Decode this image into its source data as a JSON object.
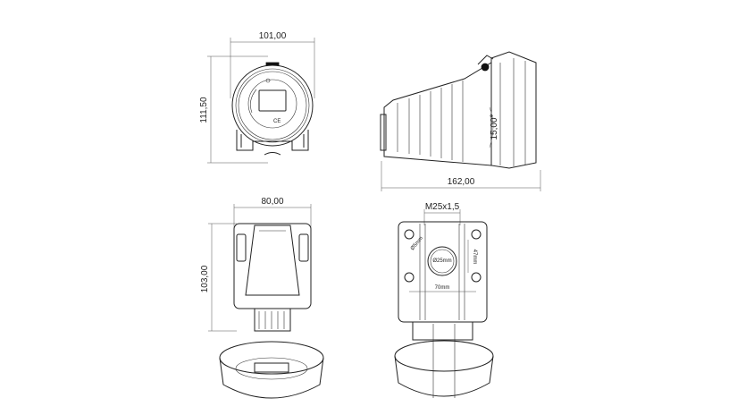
{
  "drawing": {
    "front_view": {
      "width_dim": "101,00",
      "height_dim": "111,50"
    },
    "side_view": {
      "length_dim": "162,00",
      "angle_dim": "15,00°"
    },
    "rear_view": {
      "width_dim": "80,00",
      "height_dim": "103,00"
    },
    "mounting_view": {
      "thread_dim": "M25x1,5",
      "hole_dim": "Ø5mm",
      "entry_dim": "Ø25mm",
      "vertical_spacing": "47mm",
      "horizontal_spacing": "70mm"
    },
    "marks": {
      "ce": "CE"
    }
  }
}
